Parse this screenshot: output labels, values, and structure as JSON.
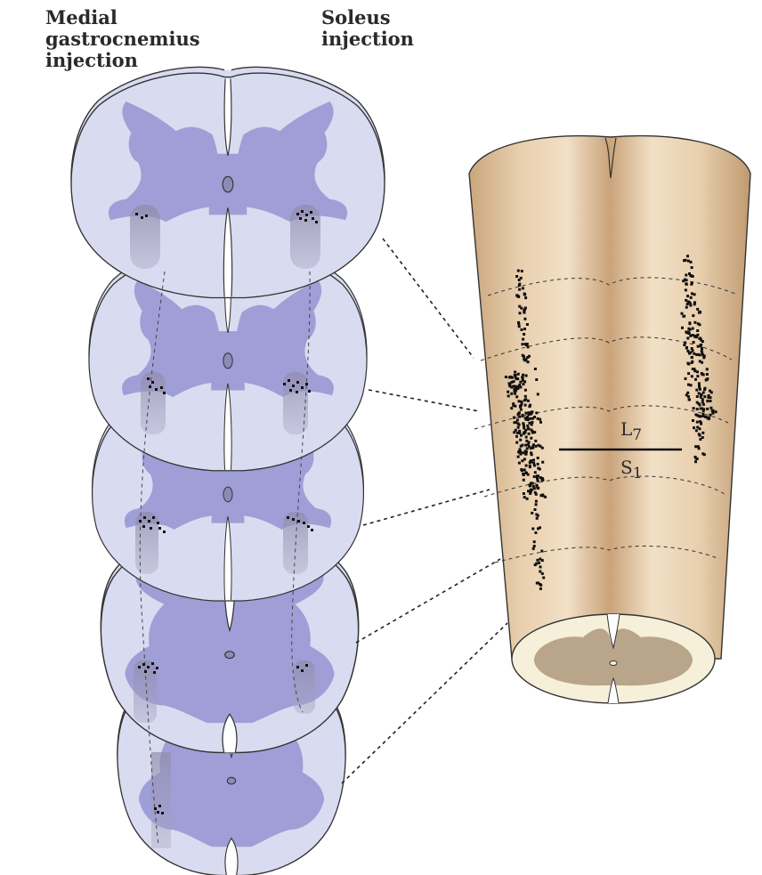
{
  "labels": {
    "medial_gastrocnemius": [
      "Medial",
      "gastrocnemius",
      "injection"
    ],
    "soleus": [
      "Soleus",
      "injection"
    ]
  },
  "segments": {
    "upper": "L",
    "upper_sub": "7",
    "lower": "S",
    "lower_sub": "1"
  },
  "colors": {
    "section_fill": "#d9dbf0",
    "grey_matter": "#a09ed6",
    "motor_pool": "#8a86a6",
    "cord_surface": "#d8b891",
    "cord_highlight": "#f0dcc0",
    "white_matter_end": "#f6efd9",
    "grey_matter_end": "#b9a58a",
    "outline": "#333333"
  },
  "section_count": 5
}
